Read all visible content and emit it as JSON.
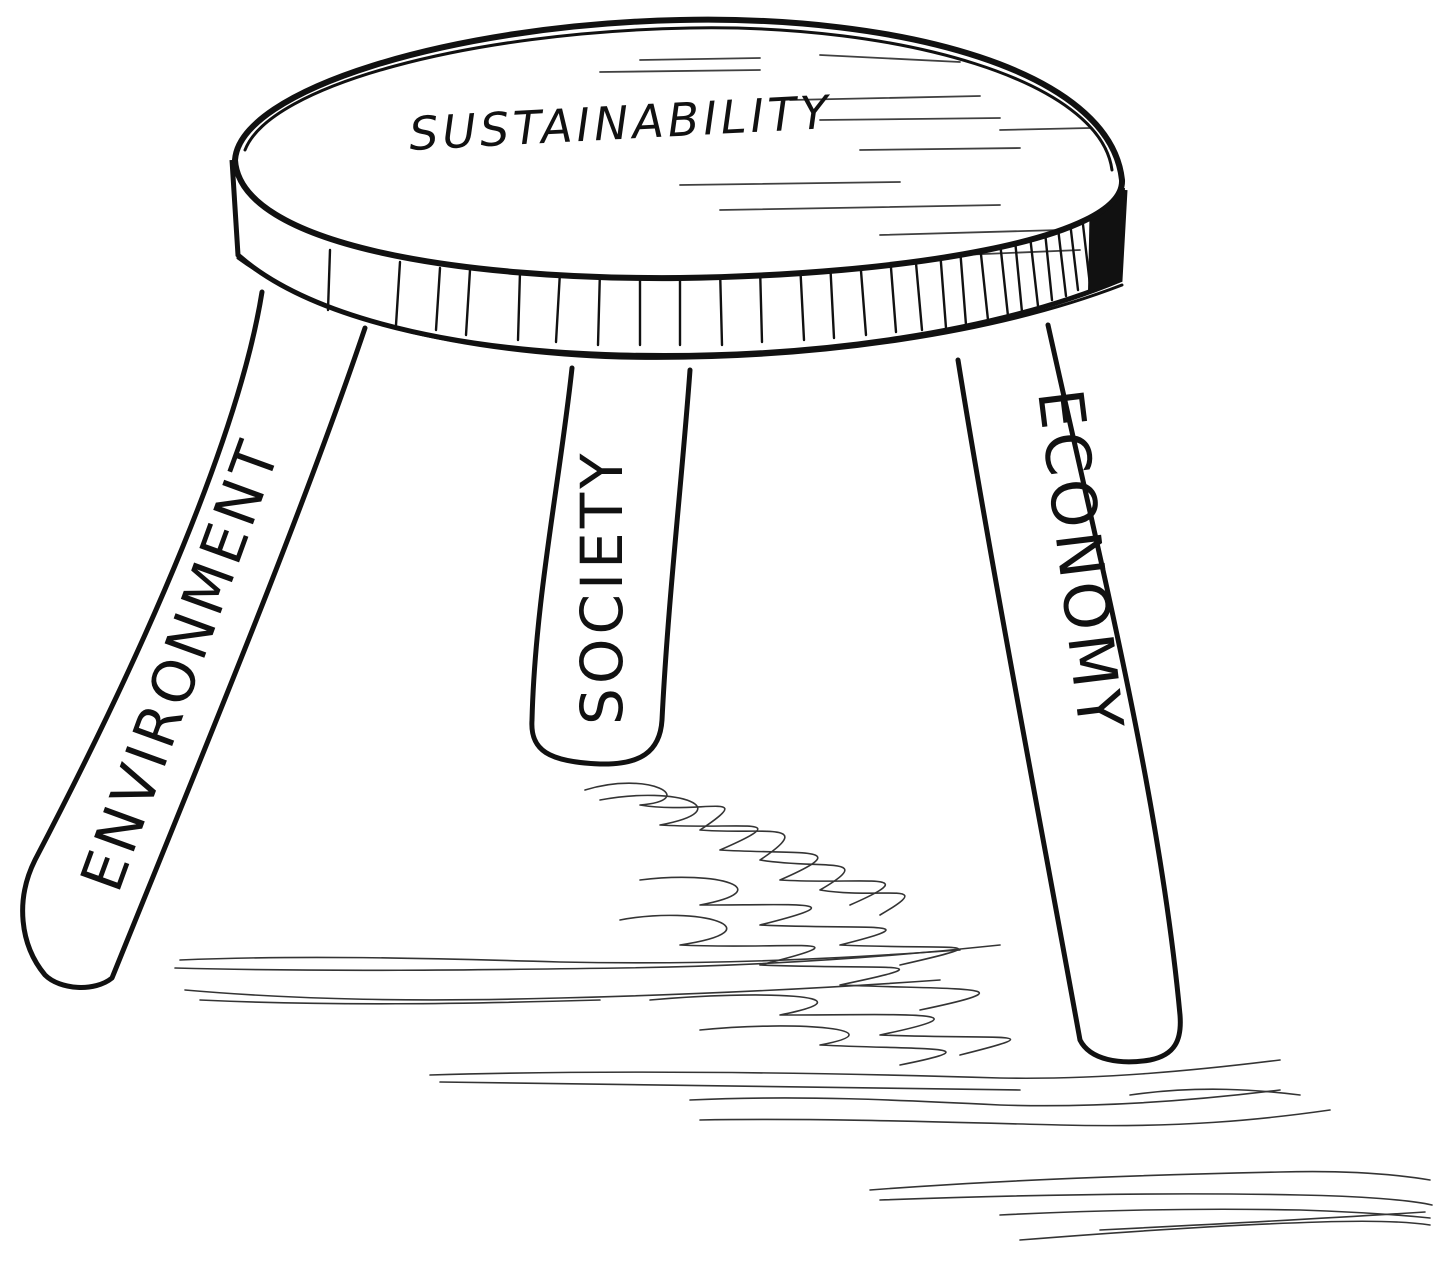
{
  "diagram": {
    "seat": {
      "label": "SUSTAINABILITY"
    },
    "legs": [
      {
        "label": "ENVIRONMENT"
      },
      {
        "label": "SOCIETY"
      },
      {
        "label": "ECONOMY"
      }
    ]
  },
  "colors": {
    "ink": "#111111",
    "paper": "#ffffff"
  }
}
